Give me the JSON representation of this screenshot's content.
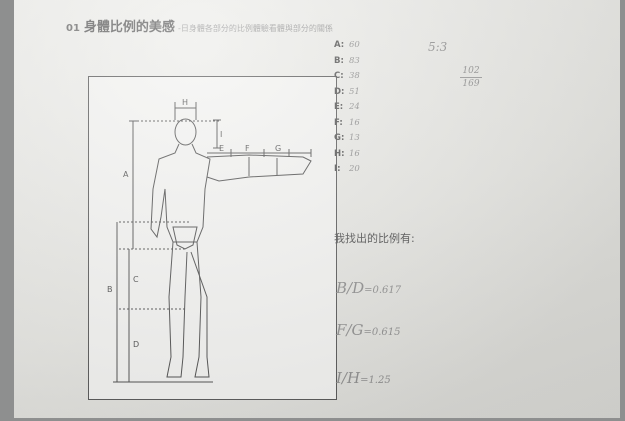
{
  "header": {
    "number": "01",
    "title": "身體比例的美感",
    "subtitle": "-日身體各部分的比例體驗看體與部分的關係"
  },
  "figure": {
    "labels": [
      "H",
      "I",
      "A",
      "E",
      "F",
      "G",
      "C",
      "B",
      "D"
    ]
  },
  "measurements": [
    {
      "key": "A:",
      "value": "60"
    },
    {
      "key": "B:",
      "value": "83"
    },
    {
      "key": "C:",
      "value": "38"
    },
    {
      "key": "D:",
      "value": "51"
    },
    {
      "key": "E:",
      "value": "24"
    },
    {
      "key": "F:",
      "value": "16"
    },
    {
      "key": "G:",
      "value": "13"
    },
    {
      "key": "H:",
      "value": "16"
    },
    {
      "key": "I:",
      "value": "20"
    }
  ],
  "notes": {
    "top_right": "5:3",
    "fraction_numerator": "102",
    "fraction_denominator": "169"
  },
  "ratios_label": "我找出的比例有:",
  "ratios": [
    {
      "lhs": "B/D",
      "rhs": "=0.617"
    },
    {
      "lhs": "F/G",
      "rhs": "=0.615"
    },
    {
      "lhs": "I/H",
      "rhs": "=1.25"
    }
  ]
}
